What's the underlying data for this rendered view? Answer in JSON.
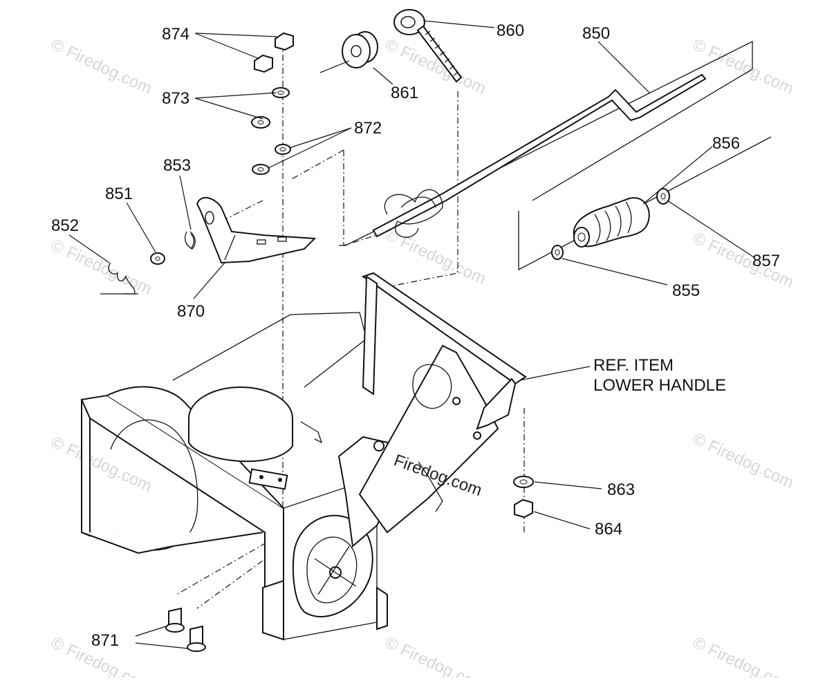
{
  "watermark": {
    "brand": "Firedog",
    "text": "© Firedog.com"
  },
  "callouts": {
    "c874": "874",
    "c873": "873",
    "c872": "872",
    "c853": "853",
    "c851": "851",
    "c852": "852",
    "c870": "870",
    "c861": "861",
    "c860": "860",
    "c850": "850",
    "c856": "856",
    "c857": "857",
    "c855": "855",
    "c863": "863",
    "c864": "864",
    "c871": "871"
  },
  "reference_note": {
    "line1": "REF. ITEM",
    "line2": "LOWER HANDLE"
  },
  "center_mark": "Firedog.com"
}
